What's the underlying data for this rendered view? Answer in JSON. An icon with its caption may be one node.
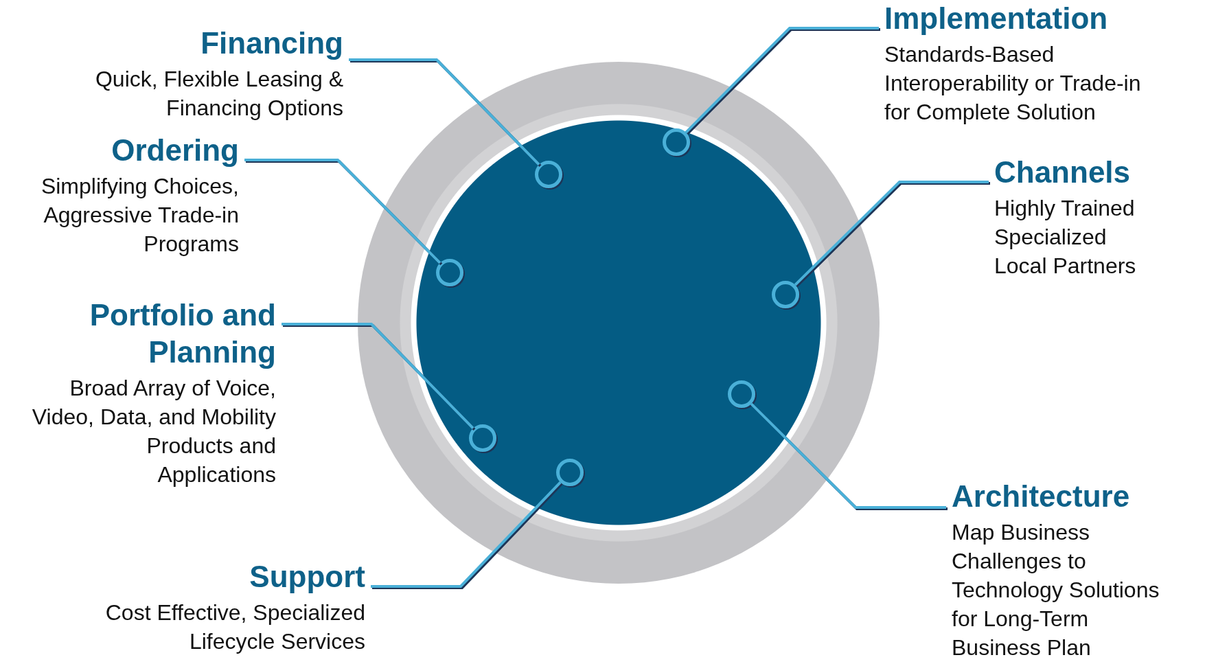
{
  "diagram": {
    "nodes": [
      {
        "text": [],
        "shape": "circle"
      },
      {
        "text": [
          "Financing",
          "Quick, Flexible Leasing & Financing Options"
        ]
      },
      {
        "text": [
          "Implementation",
          "Standards-Based Interoperability or Trade-in for Complete Solution"
        ]
      },
      {
        "text": [
          "Ordering",
          "Simplifying Choices, Aggressive Trade-in Programs"
        ]
      },
      {
        "text": [
          "Channels",
          "Highly Trained Specialized Local Partners"
        ]
      },
      {
        "text": [
          "Portfolio and Planning",
          "Broad Array of Voice, Video, Data, and Mobility Products and Applications"
        ]
      },
      {
        "text": [
          "Support",
          "Cost Effective, Specialized Lifecycle Services"
        ]
      },
      {
        "text": [
          "Architecture",
          "Map Business Challenges to Technology Solutions for Long-Term Business Plan"
        ]
      },
      {
        "text": [],
        "shape": "circle",
        "in": 0
      },
      {
        "text": [],
        "shape": "circle",
        "in": 0
      },
      {
        "text": [],
        "shape": "circle",
        "in": 0
      },
      {
        "text": [],
        "shape": "circle",
        "in": 0
      },
      {
        "text": [],
        "shape": "circle",
        "in": 0
      },
      {
        "text": [],
        "shape": "circle",
        "in": 0
      },
      {
        "text": [],
        "shape": "circle",
        "in": 0
      }
    ],
    "edges": [
      {
        "from": 1,
        "to": 10,
        "arrow": "none"
      },
      {
        "from": 2,
        "to": 12,
        "arrow": "none"
      },
      {
        "from": 3,
        "to": 8,
        "arrow": "none"
      },
      {
        "from": 4,
        "to": 14,
        "arrow": "none"
      },
      {
        "from": 5,
        "to": 9,
        "arrow": "none"
      },
      {
        "from": 6,
        "to": 11,
        "arrow": "none"
      },
      {
        "from": 7,
        "to": 13,
        "arrow": "none"
      }
    ]
  }
}
